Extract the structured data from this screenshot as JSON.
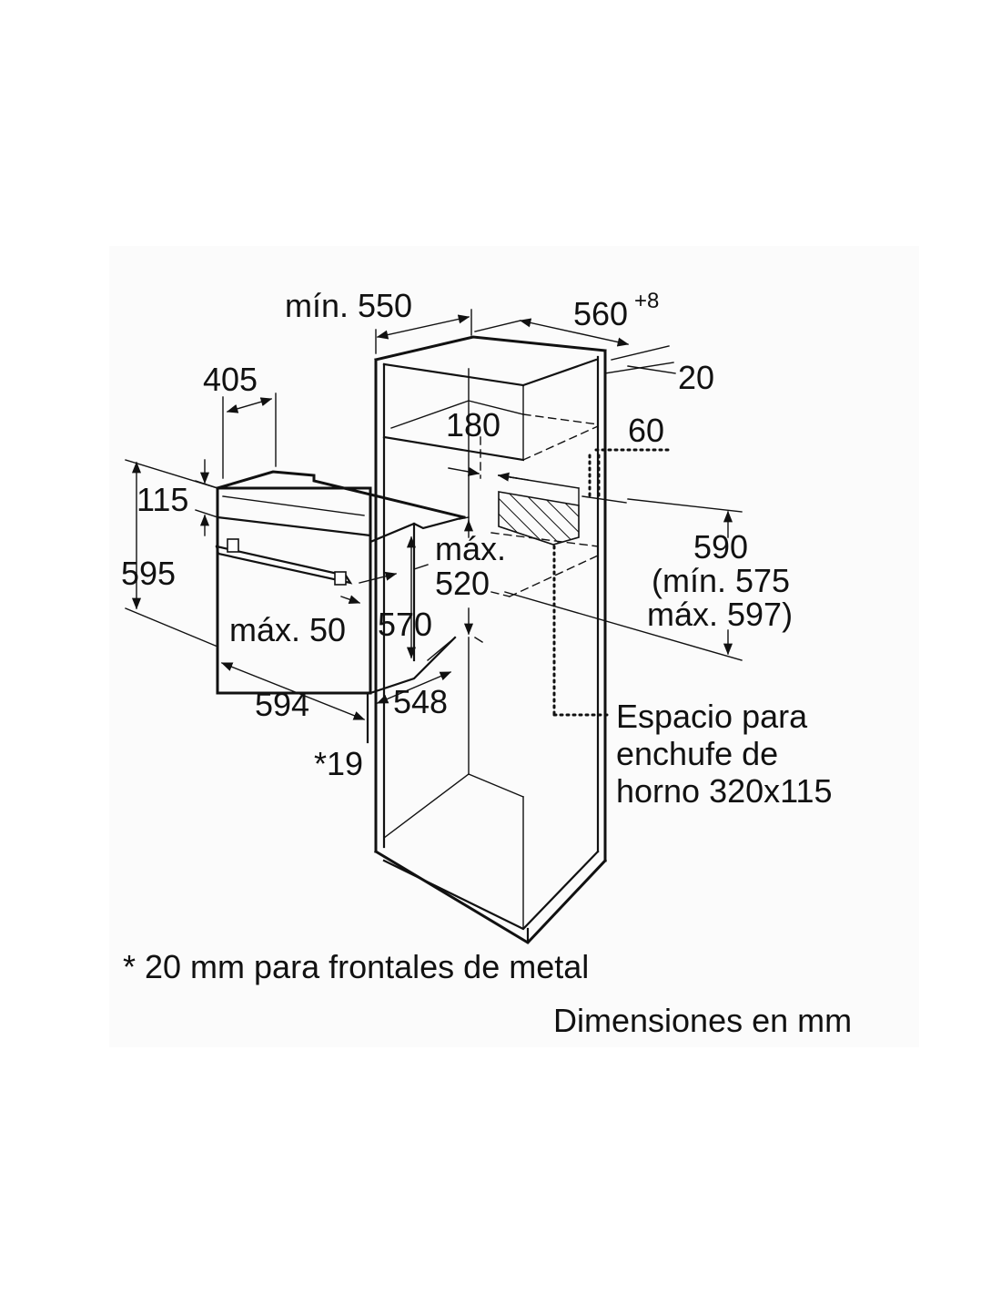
{
  "diagram": {
    "dimensions": {
      "min_550": "mín. 550",
      "d560": "560",
      "d560_tolerance": "+8",
      "d20": "20",
      "d405": "405",
      "d180": "180",
      "d60": "60",
      "d115": "115",
      "d595": "595",
      "max_label": "máx.",
      "d520": "520",
      "d590": "590",
      "min_575": "(mín. 575",
      "max_597": "máx. 597)",
      "max_50": "máx. 50",
      "d570": "570",
      "d594": "594",
      "d548": "548",
      "star_19": "*19"
    },
    "socket_note": {
      "line1": "Espacio para",
      "line2": "enchufe de",
      "line3": "horno 320x115"
    },
    "footnote": "* 20 mm para frontales de metal",
    "units_note": "Dimensiones en mm"
  }
}
